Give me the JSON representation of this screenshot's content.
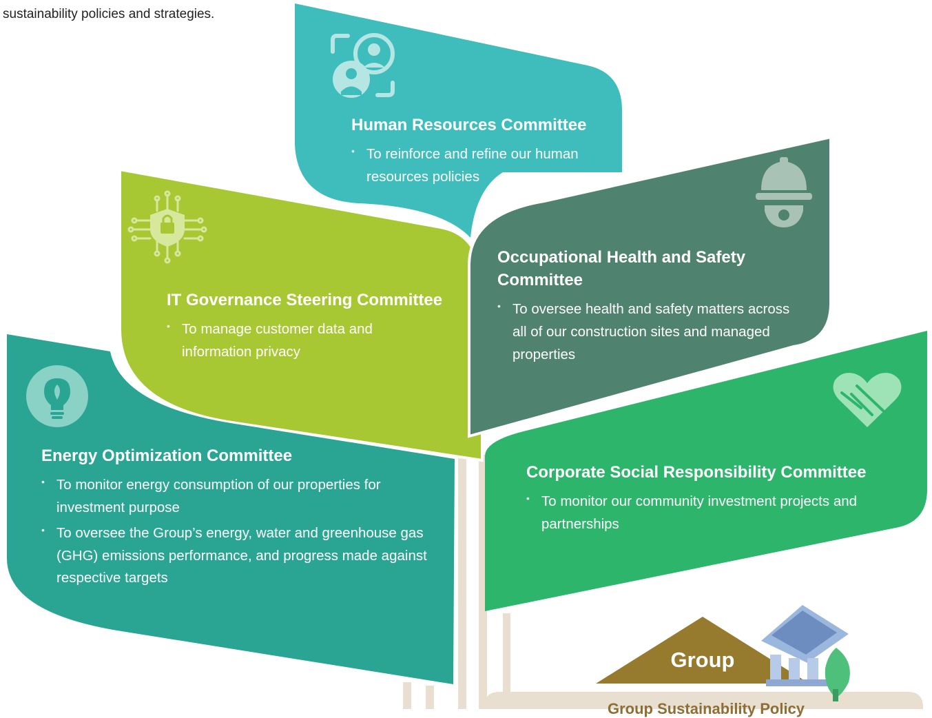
{
  "intro_text": "sustainability policies and strategies.",
  "colors": {
    "hr": "#3fbdbd",
    "it": "#a8c833",
    "ohs": "#4f826f",
    "energy": "#2aa594",
    "csr": "#2eb56c",
    "stem": "#e8dfd0",
    "group": "#967a2d"
  },
  "committees": {
    "hr": {
      "icon": "people-group-icon",
      "title": "Human Resources Committee",
      "points": [
        "To reinforce and refine our human resources policies"
      ]
    },
    "ohs": {
      "icon": "hard-hat-gear-icon",
      "title": "Occupational Health and Safety Committee",
      "points": [
        "To oversee health and safety matters across all of our construction sites and managed properties"
      ]
    },
    "it": {
      "icon": "shield-lock-circuit-icon",
      "title": "IT Governance Steering Committee",
      "points": [
        "To manage customer data and information privacy"
      ]
    },
    "energy": {
      "icon": "lightbulb-leaf-icon",
      "title": "Energy Optimization Committee",
      "points": [
        "To monitor energy consumption of our properties for investment purpose",
        "To oversee the Group’s energy, water and greenhouse gas (GHG) emissions performance, and progress made against respective targets"
      ]
    },
    "csr": {
      "icon": "heart-handshake-icon",
      "title": "Corporate Social Responsibility Committee",
      "points": [
        "To monitor our community investment projects and partnerships"
      ]
    }
  },
  "group": {
    "label": "Group",
    "icon": "bank-building-leaf-icon",
    "policy_label": "Group Sustainability Policy"
  }
}
